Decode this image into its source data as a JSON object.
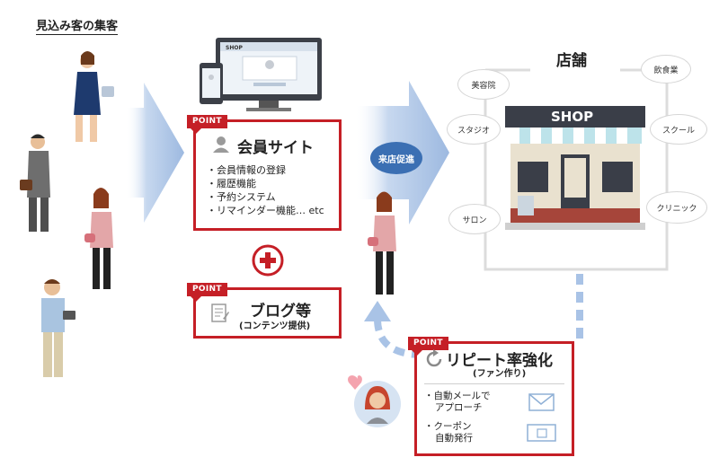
{
  "header": {
    "prospects": "見込み客の集客"
  },
  "site_box": {
    "badge": "POINT",
    "title": "会員サイト",
    "features": [
      "・会員情報の登録",
      "・履歴機能",
      "・予約システム",
      "・リマインダー機能… etc"
    ]
  },
  "blog_box": {
    "badge": "POINT",
    "title": "ブログ等",
    "subtitle": "(コンテンツ提供)"
  },
  "visit_label": "来店促進",
  "store": {
    "title": "店舗",
    "sign": "SHOP",
    "screen_sign": "SHOP",
    "categories": [
      "美容院",
      "飲食業",
      "スタジオ",
      "スクール",
      "サロン",
      "クリニック"
    ]
  },
  "repeat_box": {
    "badge": "POINT",
    "title": "リピート率強化",
    "subtitle": "(ファン作り)",
    "items": [
      {
        "line1": "・自動メールで",
        "line2": "アプローチ",
        "icon": "mail-icon"
      },
      {
        "line1": "・クーポン",
        "line2": "自動発行",
        "icon": "coupon-icon"
      }
    ]
  },
  "colors": {
    "accent_red": "#c51f26",
    "arrow_blue": "#a9c3e6",
    "pill_blue": "#3b6fb3",
    "dash_blue": "#a9c3e6"
  }
}
